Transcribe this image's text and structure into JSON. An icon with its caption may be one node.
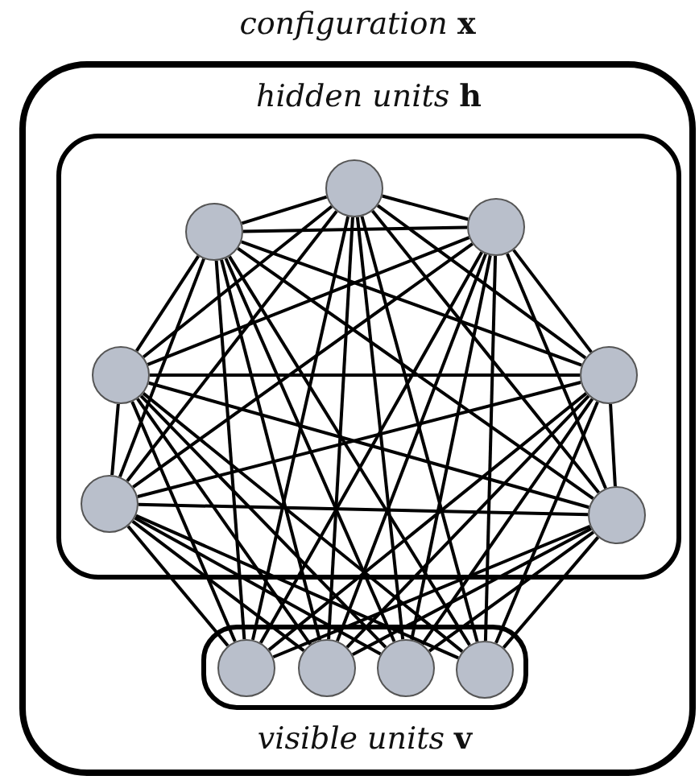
{
  "diagram": {
    "nodes": [
      {
        "text": [
          "*configuration* **x**"
        ]
      },
      {
        "text": [
          "*hidden units* **h**"
        ],
        "in": 0
      },
      {
        "text": [],
        "shape": "circle",
        "in": 1
      },
      {
        "text": [],
        "shape": "circle",
        "in": 1
      },
      {
        "text": [],
        "shape": "circle",
        "in": 1
      },
      {
        "text": [],
        "shape": "circle",
        "in": 1
      },
      {
        "text": [],
        "shape": "circle",
        "in": 1
      },
      {
        "text": [],
        "shape": "circle",
        "in": 1
      },
      {
        "text": [],
        "shape": "circle",
        "in": 1
      },
      {
        "text": [
          "*visible units* **v**"
        ],
        "in": 0
      },
      {
        "text": [],
        "shape": "circle",
        "in": 9
      },
      {
        "text": [],
        "shape": "circle",
        "in": 9
      },
      {
        "text": [],
        "shape": "circle",
        "in": 9
      },
      {
        "text": [],
        "shape": "circle",
        "in": 9
      }
    ],
    "edges": [
      {
        "from": 2,
        "to": 3,
        "arrow": "none"
      },
      {
        "from": 2,
        "to": 4,
        "arrow": "none"
      },
      {
        "from": 2,
        "to": 5,
        "arrow": "none"
      },
      {
        "from": 2,
        "to": 6,
        "arrow": "none"
      },
      {
        "from": 2,
        "to": 7,
        "arrow": "none"
      },
      {
        "from": 2,
        "to": 8,
        "arrow": "none"
      },
      {
        "from": 3,
        "to": 4,
        "arrow": "none"
      },
      {
        "from": 3,
        "to": 5,
        "arrow": "none"
      },
      {
        "from": 3,
        "to": 6,
        "arrow": "none"
      },
      {
        "from": 3,
        "to": 7,
        "arrow": "none"
      },
      {
        "from": 3,
        "to": 8,
        "arrow": "none"
      },
      {
        "from": 4,
        "to": 5,
        "arrow": "none"
      },
      {
        "from": 4,
        "to": 6,
        "arrow": "none"
      },
      {
        "from": 4,
        "to": 7,
        "arrow": "none"
      },
      {
        "from": 4,
        "to": 8,
        "arrow": "none"
      },
      {
        "from": 5,
        "to": 6,
        "arrow": "none"
      },
      {
        "from": 5,
        "to": 7,
        "arrow": "none"
      },
      {
        "from": 5,
        "to": 8,
        "arrow": "none"
      },
      {
        "from": 6,
        "to": 7,
        "arrow": "none"
      },
      {
        "from": 6,
        "to": 8,
        "arrow": "none"
      },
      {
        "from": 7,
        "to": 8,
        "arrow": "none"
      },
      {
        "from": 2,
        "to": 10,
        "arrow": "none"
      },
      {
        "from": 2,
        "to": 11,
        "arrow": "none"
      },
      {
        "from": 2,
        "to": 12,
        "arrow": "none"
      },
      {
        "from": 2,
        "to": 13,
        "arrow": "none"
      },
      {
        "from": 3,
        "to": 10,
        "arrow": "none"
      },
      {
        "from": 3,
        "to": 11,
        "arrow": "none"
      },
      {
        "from": 3,
        "to": 12,
        "arrow": "none"
      },
      {
        "from": 3,
        "to": 13,
        "arrow": "none"
      },
      {
        "from": 4,
        "to": 10,
        "arrow": "none"
      },
      {
        "from": 4,
        "to": 11,
        "arrow": "none"
      },
      {
        "from": 4,
        "to": 12,
        "arrow": "none"
      },
      {
        "from": 4,
        "to": 13,
        "arrow": "none"
      },
      {
        "from": 5,
        "to": 10,
        "arrow": "none"
      },
      {
        "from": 5,
        "to": 11,
        "arrow": "none"
      },
      {
        "from": 5,
        "to": 12,
        "arrow": "none"
      },
      {
        "from": 5,
        "to": 13,
        "arrow": "none"
      },
      {
        "from": 6,
        "to": 10,
        "arrow": "none"
      },
      {
        "from": 6,
        "to": 11,
        "arrow": "none"
      },
      {
        "from": 6,
        "to": 12,
        "arrow": "none"
      },
      {
        "from": 6,
        "to": 13,
        "arrow": "none"
      },
      {
        "from": 7,
        "to": 10,
        "arrow": "none"
      },
      {
        "from": 7,
        "to": 11,
        "arrow": "none"
      },
      {
        "from": 7,
        "to": 12,
        "arrow": "none"
      },
      {
        "from": 7,
        "to": 13,
        "arrow": "none"
      },
      {
        "from": 8,
        "to": 10,
        "arrow": "none"
      },
      {
        "from": 8,
        "to": 11,
        "arrow": "none"
      },
      {
        "from": 8,
        "to": 12,
        "arrow": "none"
      },
      {
        "from": 8,
        "to": 13,
        "arrow": "none"
      }
    ]
  }
}
